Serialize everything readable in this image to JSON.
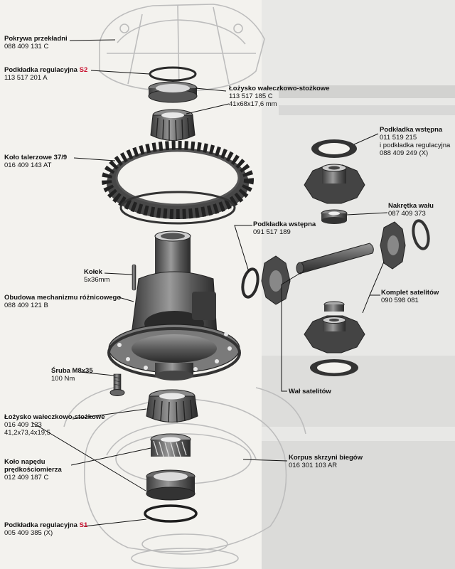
{
  "labels": {
    "cover": {
      "title": "Pokrywa przekładni",
      "number": "088 409 131 C"
    },
    "shim_s2": {
      "title": "Podkładka regulacyjna",
      "tag": "S2",
      "number": "113 517 201 A"
    },
    "bearing_top": {
      "title": "Łożysko wałeczkowo-stożkowe",
      "number": "113 517 185 C",
      "size": "41x68x17,6 mm"
    },
    "ring_gear": {
      "title": "Koło talerzowe 37/9",
      "number": "016 409 143 AT"
    },
    "thrust_washer_right": {
      "title": "Podkładka wstępna",
      "number": "011 519 215",
      "extra_title": "i podkładka regulacyjna",
      "extra_number": "088 409 249 (X)"
    },
    "shaft_nut": {
      "title": "Nakrętka wału",
      "number": "087 409 373"
    },
    "thrust_washer_left": {
      "title": "Podkładka wstępna",
      "number": "091 517 189"
    },
    "pin": {
      "title": "Kołek",
      "size": "5x36mm"
    },
    "diff_housing": {
      "title": "Obudowa mechanizmu różnicowego",
      "number": "088 409 121 B"
    },
    "planet_set": {
      "title": "Komplet satelitów",
      "number": "090 598 081"
    },
    "bolt": {
      "title": "Śruba M8x35",
      "torque": "100 Nm"
    },
    "planet_shaft": {
      "title": "Wał satelitów"
    },
    "bearing_bottom": {
      "title": "Łożysko wałeczkowo-stożkowe",
      "number": "016 409 123",
      "size": "41,2x73,4x19,5"
    },
    "speedo_gear": {
      "title": "Koło napędu",
      "title2": "prędkościomierza",
      "number": "012 409 187 C"
    },
    "gearbox_body": {
      "title": "Korpus skrzyni biegów",
      "number": "016 301 103 AR"
    },
    "shim_s1": {
      "title": "Podkładka regulacyjna",
      "tag": "S1",
      "number": "005 409 385 (X)"
    }
  },
  "colors": {
    "metal_dark": "#2e2e2e",
    "metal_mid": "#6a6a6a",
    "metal_light": "#a9a9a9",
    "accent_red": "#c8102e",
    "sketch": "#b9b9b9"
  }
}
